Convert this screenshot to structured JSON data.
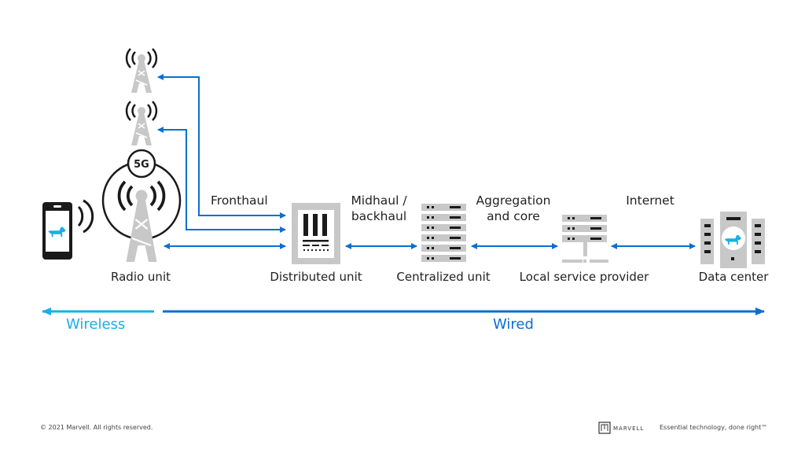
{
  "colors": {
    "wired_blue": "#0a6fd1",
    "wireless_cyan": "#16b0e6",
    "device_gray": "#c8c8c8",
    "dark": "#1a1a1a"
  },
  "nodes": [
    {
      "id": "phone",
      "label": "",
      "icon": "smartphone-icon"
    },
    {
      "id": "radio_unit",
      "label": "Radio unit",
      "icon": "cell-tower-5g-icon",
      "badge": "5G"
    },
    {
      "id": "distributed_unit",
      "label": "Distributed unit",
      "icon": "distributed-unit-icon"
    },
    {
      "id": "centralized_unit",
      "label": "Centralized unit",
      "icon": "server-rack-icon"
    },
    {
      "id": "local_service_provider",
      "label": "Local service provider",
      "icon": "server-network-icon"
    },
    {
      "id": "data_center",
      "label": "Data center",
      "icon": "data-center-icon"
    }
  ],
  "connections": [
    {
      "label": "Fronthaul",
      "from": "distributed_unit",
      "to": "radio_unit"
    },
    {
      "label_line1": "Midhaul /",
      "label_line2": "backhaul",
      "from": "distributed_unit",
      "to": "centralized_unit"
    },
    {
      "label_line1": "Aggregation",
      "label_line2": "and core",
      "from": "centralized_unit",
      "to": "local_service_provider"
    },
    {
      "label": "Internet",
      "from": "local_service_provider",
      "to": "data_center"
    }
  ],
  "zones": {
    "wireless": "Wireless",
    "wired": "Wired"
  },
  "footer": {
    "copyright": "© 2021 Marvell. All rights reserved.",
    "brand": "MARVELL",
    "tagline": "Essential technology, done right™"
  }
}
